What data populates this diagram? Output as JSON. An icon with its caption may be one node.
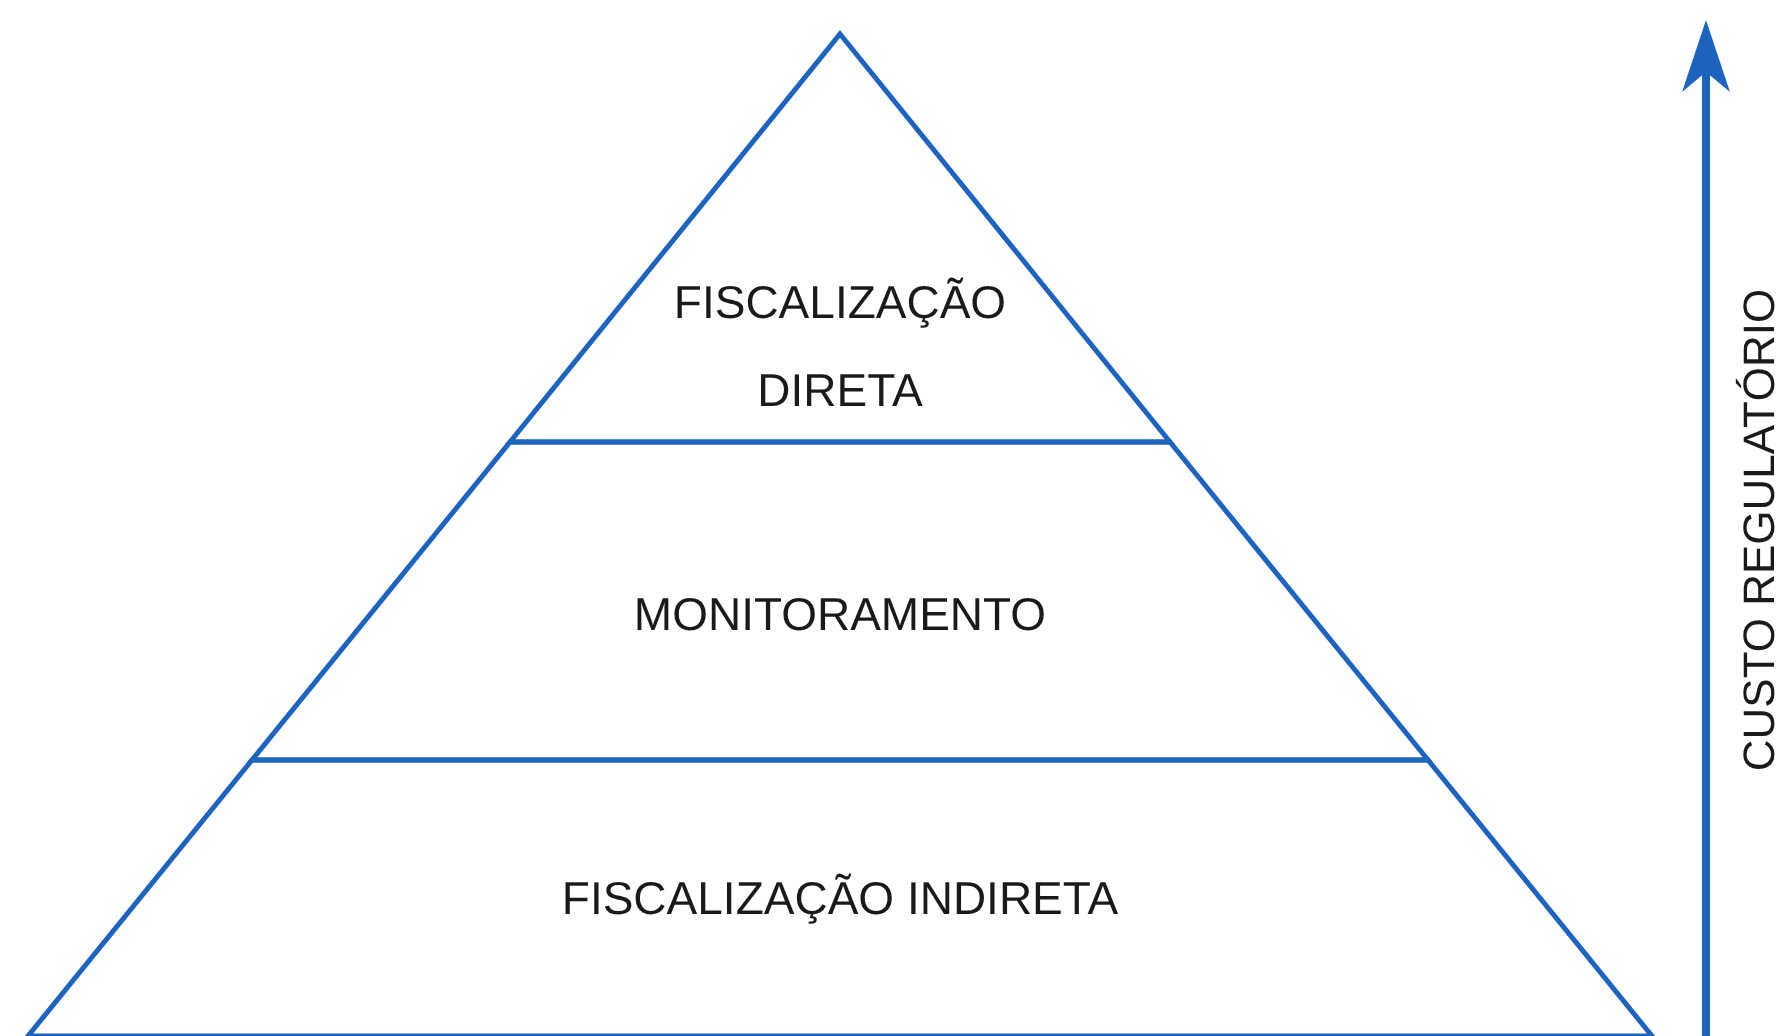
{
  "diagram": {
    "nodes": [
      {
        "text": [
          "FISCALIZAÇÃO DIRETA"
        ]
      },
      {
        "text": [
          "MONITORAMENTO"
        ]
      },
      {
        "text": [
          "FISCALIZAÇÃO INDIRETA"
        ]
      }
    ],
    "edges": [],
    "labels": [
      "CUSTO REGULATÓRIO"
    ]
  }
}
